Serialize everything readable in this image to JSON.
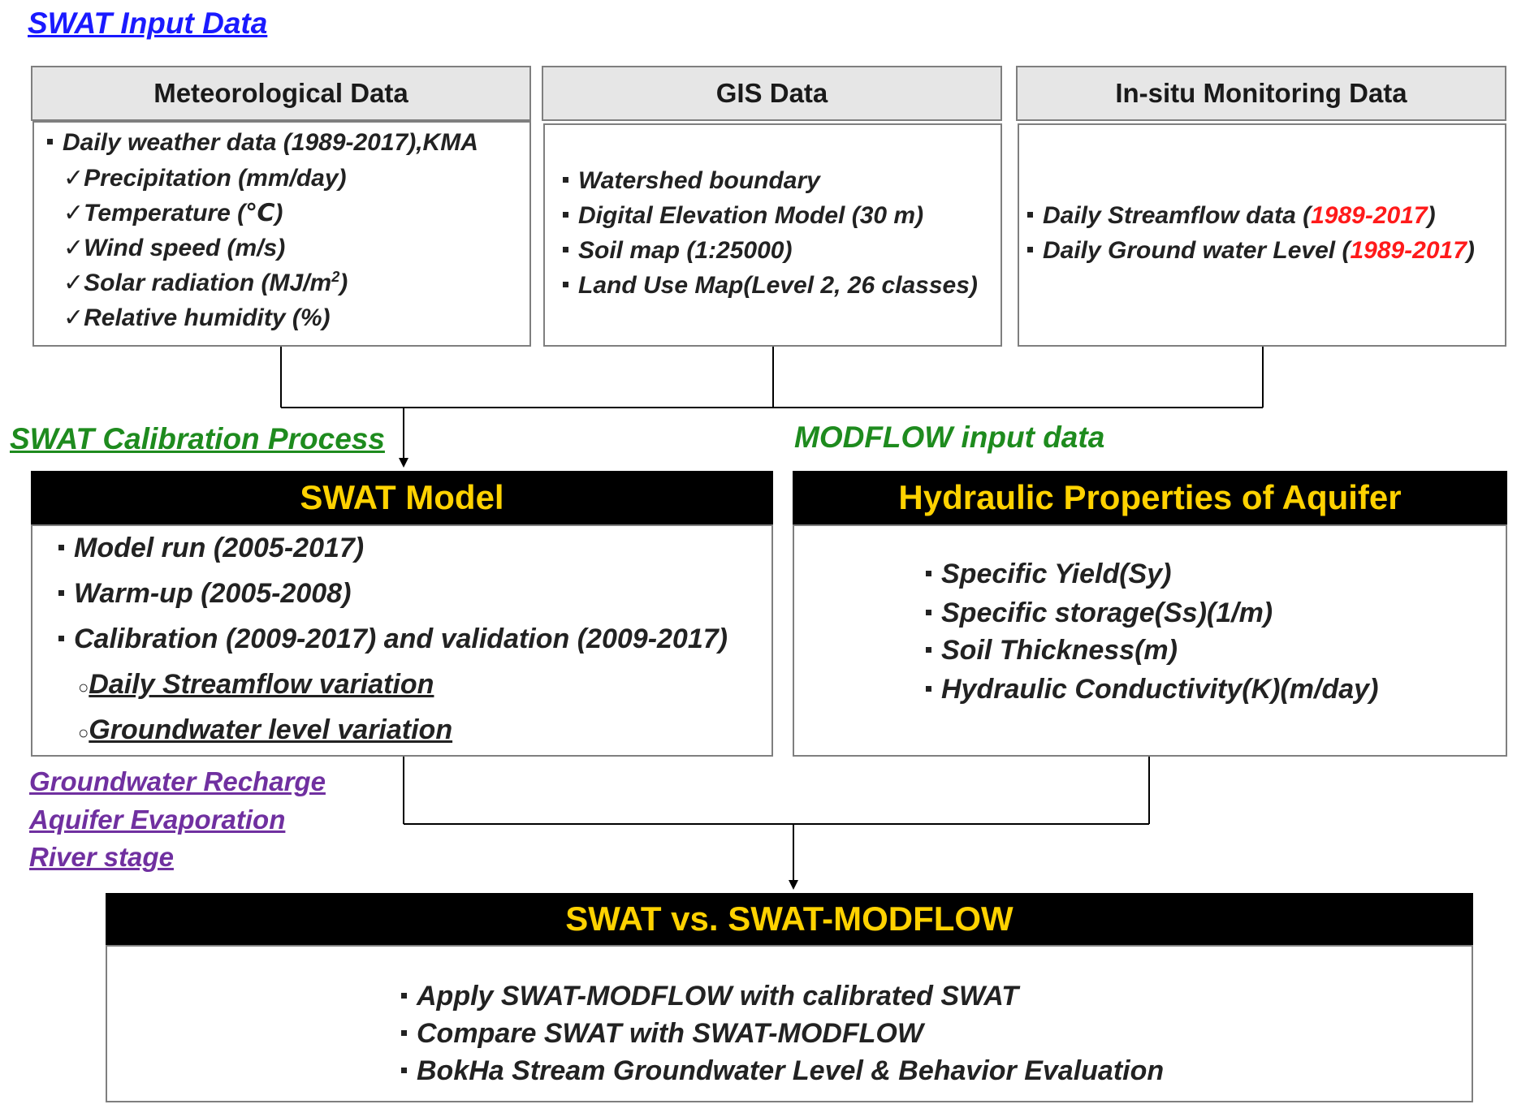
{
  "labels": {
    "swat_input": "SWAT Input Data",
    "swat_calibration": "SWAT Calibration Process",
    "modflow_input": "MODFLOW input data",
    "outputs": [
      "Groundwater Recharge",
      "Aquifer Evaporation",
      "River stage"
    ]
  },
  "meteorological": {
    "title": "Meteorological Data",
    "lead": "Daily weather data (1989-2017),KMA",
    "items": [
      "Precipitation  (mm/day)",
      "Temperature  (℃)",
      "Wind speed (m/s)",
      "Solar radiation (MJ/m",
      "Relative  humidity (%)"
    ],
    "solar_sup": "2",
    "solar_close": ")",
    "check": "✓"
  },
  "gis": {
    "title": "GIS Data",
    "items": [
      "Watershed  boundary",
      "Digital Elevation  Model (30 m)",
      "Soil map  (1:25000)",
      "Land Use Map(Level  2, 26 classes)"
    ]
  },
  "insitu": {
    "title": "In-situ Monitoring Data",
    "items": [
      {
        "pre": "Daily Streamflow  data (",
        "years": "1989-2017",
        "post": ")"
      },
      {
        "pre": "Daily Ground water Level (",
        "years": "1989-2017",
        "post": ")"
      }
    ]
  },
  "swat_model": {
    "title": "SWAT Model",
    "items": [
      "Model run (2005-2017)",
      "Warm-up (2005-2008)",
      "Calibration (2009-2017)  and validation (2009-2017)"
    ],
    "subitems": [
      "Daily Streamflow variation",
      "Groundwater level variation"
    ],
    "circle": "○"
  },
  "hydraulic": {
    "title": "Hydraulic Properties of Aquifer",
    "items": [
      "Specific Yield(Sy)",
      "Specific storage(Ss)(1/m)",
      "Soil Thickness(m)",
      "Hydraulic Conductivity(K)(m/day)"
    ]
  },
  "comparison": {
    "title": "SWAT vs. SWAT-MODFLOW",
    "items": [
      "Apply SWAT-MODFLOW with calibrated SWAT",
      "Compare SWAT with SWAT-MODFLOW",
      "BokHa Stream Groundwater Level & Behavior Evaluation"
    ]
  },
  "colors": {
    "input_label": "#1a1aff",
    "calibration_label": "#1e8b1e",
    "output_label": "#7030a0",
    "header_text": "#ffd200",
    "years_red": "#ff1a1a"
  }
}
